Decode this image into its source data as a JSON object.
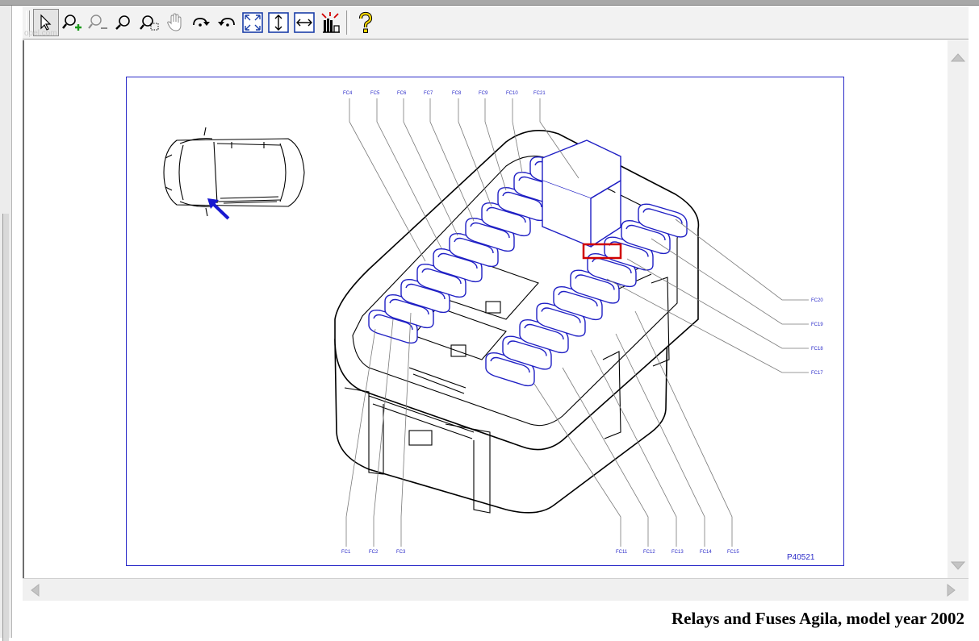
{
  "toolbar": {
    "tools": [
      {
        "name": "select-tool",
        "icon": "arrow-pointer-icon"
      },
      {
        "name": "zoom-in-tool",
        "icon": "zoom-in-icon"
      },
      {
        "name": "zoom-out-tool",
        "icon": "zoom-out-icon"
      },
      {
        "name": "zoom-tool",
        "icon": "magnifier-icon"
      },
      {
        "name": "zoom-window-tool",
        "icon": "zoom-window-icon"
      },
      {
        "name": "pan-tool",
        "icon": "hand-icon"
      },
      {
        "name": "rotate-cw-tool",
        "icon": "rotate-cw-icon"
      },
      {
        "name": "rotate-ccw-tool",
        "icon": "rotate-ccw-icon"
      },
      {
        "name": "fit-all-tool",
        "icon": "fit-all-icon"
      },
      {
        "name": "fit-height-tool",
        "icon": "fit-height-icon"
      },
      {
        "name": "fit-width-tool",
        "icon": "fit-width-icon"
      },
      {
        "name": "highlight-tool",
        "icon": "highlight-icon"
      },
      {
        "name": "help-tool",
        "icon": "help-icon"
      }
    ]
  },
  "watermark": "opel.com",
  "diagram": {
    "top_labels": [
      "FC4",
      "FC5",
      "FC6",
      "FC7",
      "FC8",
      "FC9",
      "FC10",
      "FC21"
    ],
    "bottom_labels": [
      "FC1",
      "FC2",
      "FC3",
      "FC11",
      "FC12",
      "FC13",
      "FC14",
      "FC15"
    ],
    "right_labels": [
      "FC20",
      "FC19",
      "FC18",
      "FC17"
    ],
    "code": "P40521",
    "line_color": "#2a2ac8",
    "highlight_color": "#d00000"
  },
  "caption": "Relays and Fuses Agila, model year 2002"
}
